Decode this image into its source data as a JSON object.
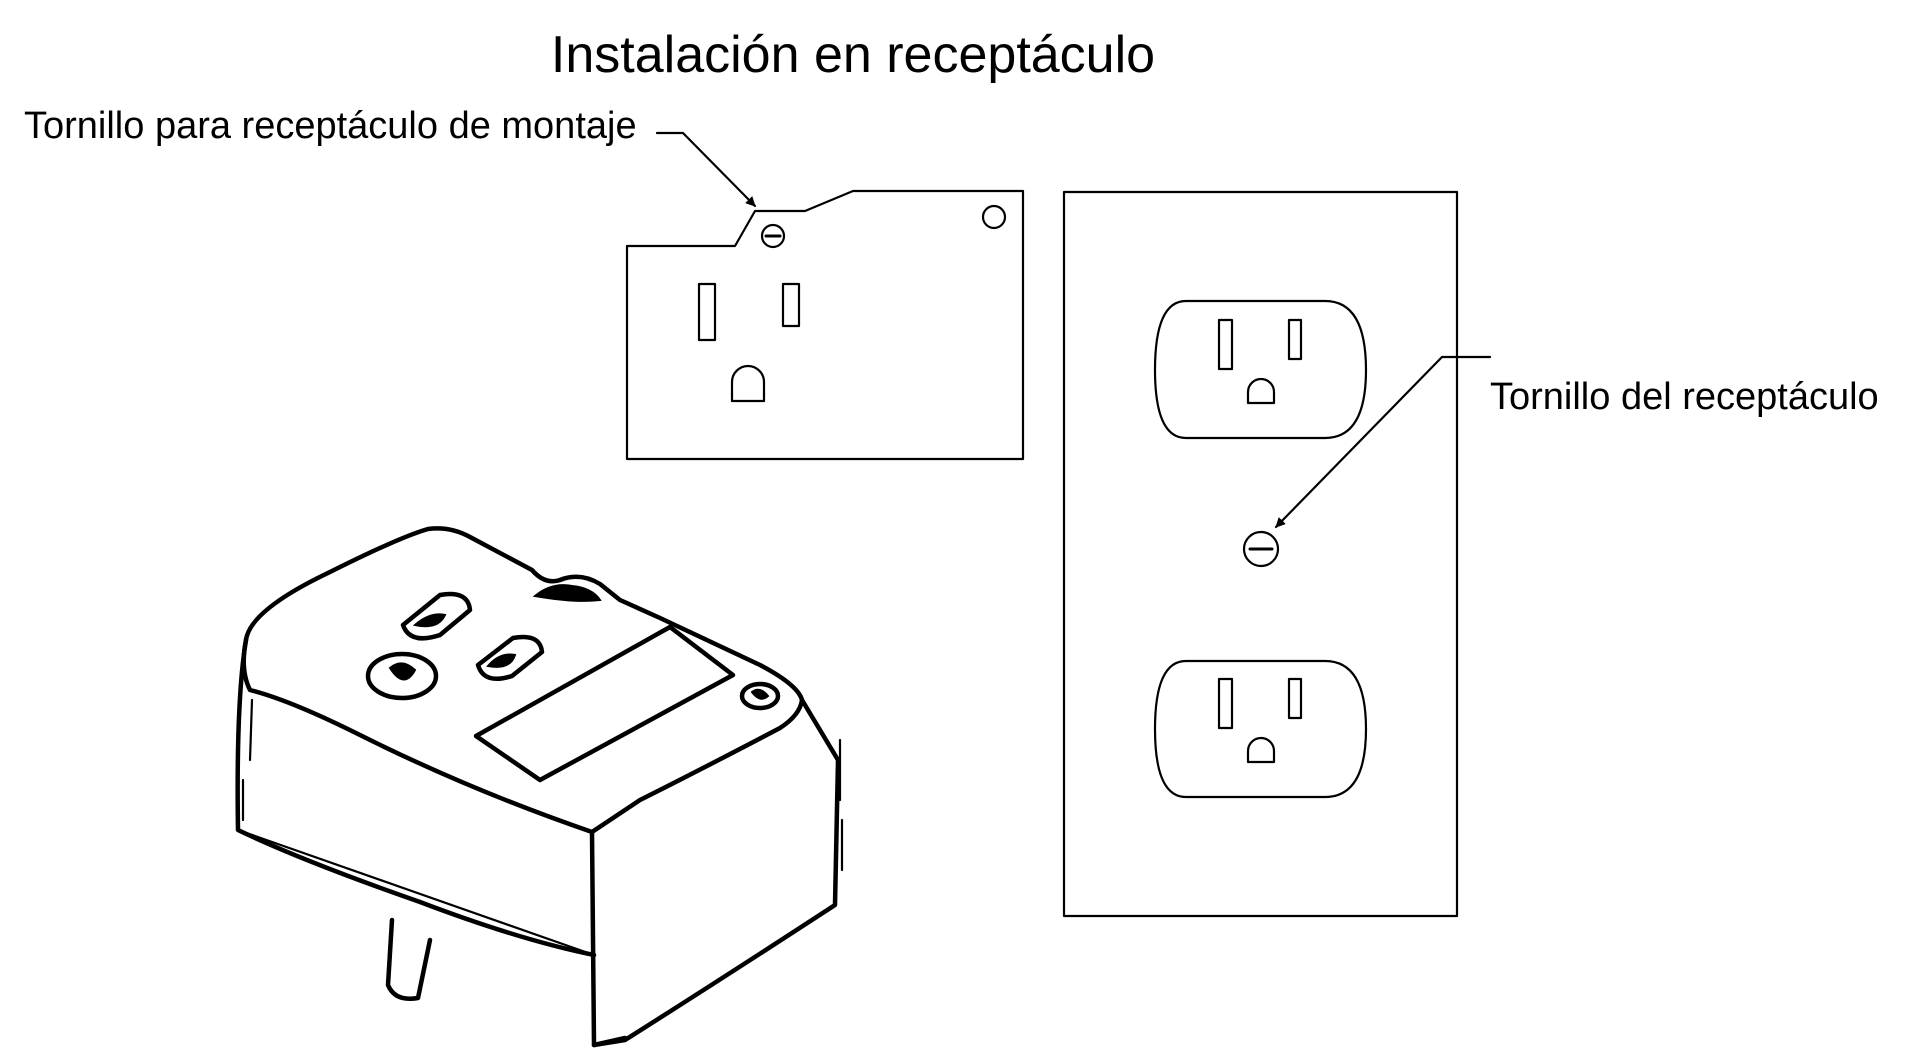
{
  "title": "Instalación en receptáculo",
  "labels": {
    "mounting_screw": "Tornillo para receptáculo de montaje",
    "receptacle_screw": "Tornillo del receptáculo"
  }
}
